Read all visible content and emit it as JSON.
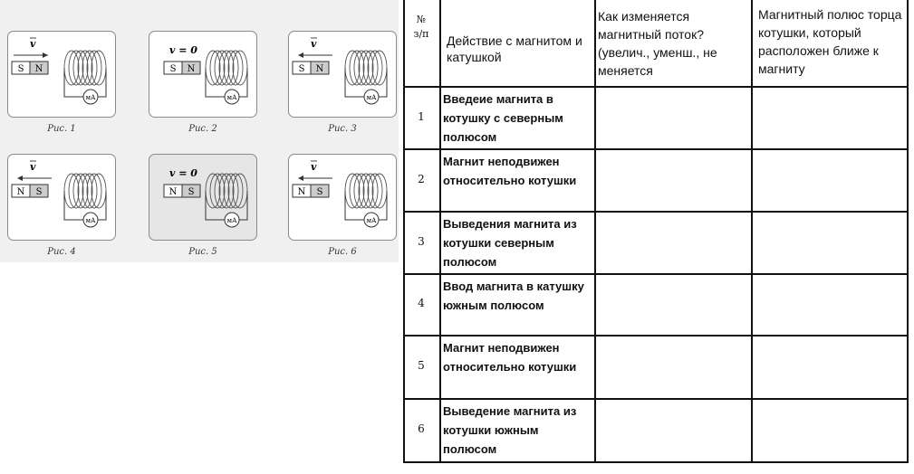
{
  "figures": {
    "velocity_symbol": "v",
    "zero_velocity_label": "v = 0",
    "meter_label": "мА",
    "items": [
      {
        "caption": "Рис. 1",
        "left_pole": "S",
        "right_pole": "N",
        "motion": "right"
      },
      {
        "caption": "Рис. 2",
        "left_pole": "S",
        "right_pole": "N",
        "motion": "none"
      },
      {
        "caption": "Рис. 3",
        "left_pole": "S",
        "right_pole": "N",
        "motion": "left"
      },
      {
        "caption": "Рис. 4",
        "left_pole": "N",
        "right_pole": "S",
        "motion": "left"
      },
      {
        "caption": "Рис. 5",
        "left_pole": "N",
        "right_pole": "S",
        "motion": "none"
      },
      {
        "caption": "Рис. 6",
        "left_pole": "N",
        "right_pole": "S",
        "motion": "left"
      }
    ]
  },
  "table": {
    "headers": {
      "num_symbol": "№",
      "num_abbr": "з/п",
      "action": "Действие с магнитом и катушкой",
      "flux": "Как изменяется магнитный поток? (увелич., уменш., не меняется",
      "pole": "Магнитный полюс торца котушки, который расположен ближе к магниту"
    },
    "rows": [
      {
        "num": "1",
        "action": "Введеие магнита в котушку с северным полюсом",
        "flux": "",
        "pole": ""
      },
      {
        "num": "2",
        "action": "Магнит неподвижен относительно котушки",
        "flux": "",
        "pole": ""
      },
      {
        "num": "3",
        "action": "Выведения магнита из котушки северным полюсом",
        "flux": "",
        "pole": ""
      },
      {
        "num": "4",
        "action": "Ввод магнита в катушку южным полюсом",
        "flux": "",
        "pole": ""
      },
      {
        "num": "5",
        "action": "Магнит неподвижен относительно котушки",
        "flux": "",
        "pole": ""
      },
      {
        "num": "6",
        "action": "Выведение магнита из котушки южным полюсом",
        "flux": "",
        "pole": ""
      }
    ]
  }
}
